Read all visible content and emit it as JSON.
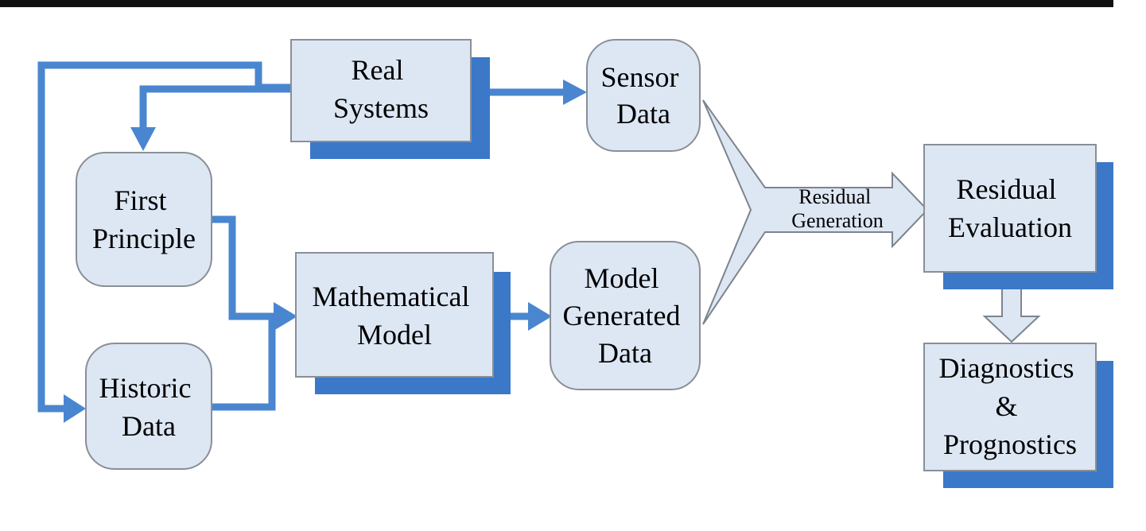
{
  "nodes": {
    "real_systems": {
      "lines": [
        "Real",
        "Systems"
      ]
    },
    "sensor_data": {
      "lines": [
        "Sensor",
        "Data"
      ]
    },
    "first_principle": {
      "lines": [
        "First",
        "Principle"
      ]
    },
    "historic_data": {
      "lines": [
        "Historic",
        "Data"
      ]
    },
    "mathematical_model": {
      "lines": [
        "Mathematical",
        "Model"
      ]
    },
    "model_generated_data": {
      "lines": [
        "Model",
        "Generated",
        "Data"
      ]
    },
    "residual_generation": {
      "lines": [
        "Residual",
        "Generation"
      ]
    },
    "residual_evaluation": {
      "lines": [
        "Residual",
        "Evaluation"
      ]
    },
    "diagnostics_prognostics": {
      "lines": [
        "Diagnostics",
        "&",
        "Prognostics"
      ]
    }
  },
  "colors": {
    "box_fill": "#dde7f4",
    "shadow": "#3b78c8",
    "arrow": "#4a86d0",
    "top_rule": "#111111"
  }
}
